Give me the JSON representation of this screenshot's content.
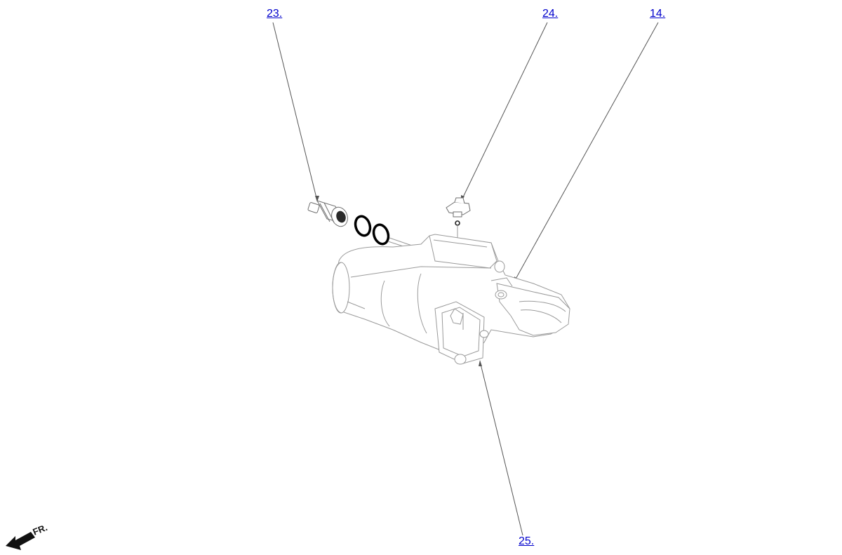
{
  "callouts": {
    "part_23": "23.",
    "part_24": "24.",
    "part_14": "14.",
    "part_25": "25."
  },
  "orientation": {
    "label": "FR."
  },
  "colors": {
    "link": "#0000cc",
    "leader_line": "#555555",
    "outline": "#9a9a9a",
    "oring": "#000000"
  }
}
